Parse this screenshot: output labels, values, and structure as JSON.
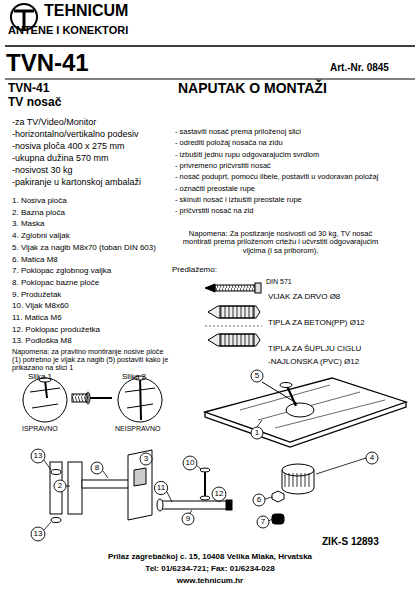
{
  "diagram": {
    "title": "TVN-41",
    "labels": [
      "TEHNICUM",
      "ANTENE I KONEKTORI",
      "Art.-Nr. 0845",
      "TVN-41",
      "TV nosač",
      "NAPUTAK O MONTAŽI",
      "-za TV/Video/Monitor",
      "-horizontalno/vertikalno podesiv",
      "-nosiva ploča 400 x 275 mm",
      "-ukupna dužina 570 mm",
      "-nosivost 30 kg",
      "-pakiranje u kartonskoj ambalaži",
      "1. Nosiva ploča",
      "2. Bazna ploča",
      "3. Maska",
      "4. Zglobni valjak",
      "5. Vijak za nagib M8x70 (toban DIN 603)",
      "6. Matica M8",
      "7. Poklopac zglobnog valjka",
      "8. Poklopac bazne ploče",
      "9. Produžetak",
      "10. Vijak M8x60",
      "11. Matica M6",
      "12. Poklopac produžetka",
      "13. Podloška M8",
      "Napomena: za pravilno montiranje nosive ploče (1) potrebno je vijak za nagib (5) postaviti kako je prikazano na slici 1",
      "Slika 1",
      "Slika 2",
      "ISPRAVNO",
      "NEISPRAVNO",
      "- sastaviti nosač prema priloženoj slici",
      "- odrediti položaj nosača na zidu",
      "- izbušiti jednu rupu odgovarajućim svrdlom",
      "- privremeno pričvrstiti nosač",
      "- nosač poduprt, pomoću libele, postaviti u vodoravan položaj",
      "- označiti preostale rupe",
      "- skinuti nosač i izbušiti preostale rupe",
      "- pričvrstiti nosač na zid",
      "Napomena: Za postizanje nosivosti od 30 kg, TV nosač montirati prema priloženom crtežu i učvrstiti odgovarajućim vijcima (i sa priborom).",
      "Predlažemo:",
      "DIN 571",
      "VIJAK ZA DRVO Ø8",
      "TIPLA ZA BETON(PP) Ø12",
      "TIPLA ZA ŠUPLJU CIGLU",
      "-NAJLONSKA (PVC) Ø12",
      "5",
      "1",
      "4",
      "6",
      "7",
      "13",
      "8",
      "3",
      "10",
      "2",
      "11",
      "12",
      "9",
      "13",
      "ZIK-S 12893",
      "Prilaz zagrebačkoj c. 15, 10408 Velika Mlaka, Hrvatska",
      "Tel: 01/6234-721; Fax: 01/6234-028",
      "www.tehnicum.hr"
    ]
  }
}
